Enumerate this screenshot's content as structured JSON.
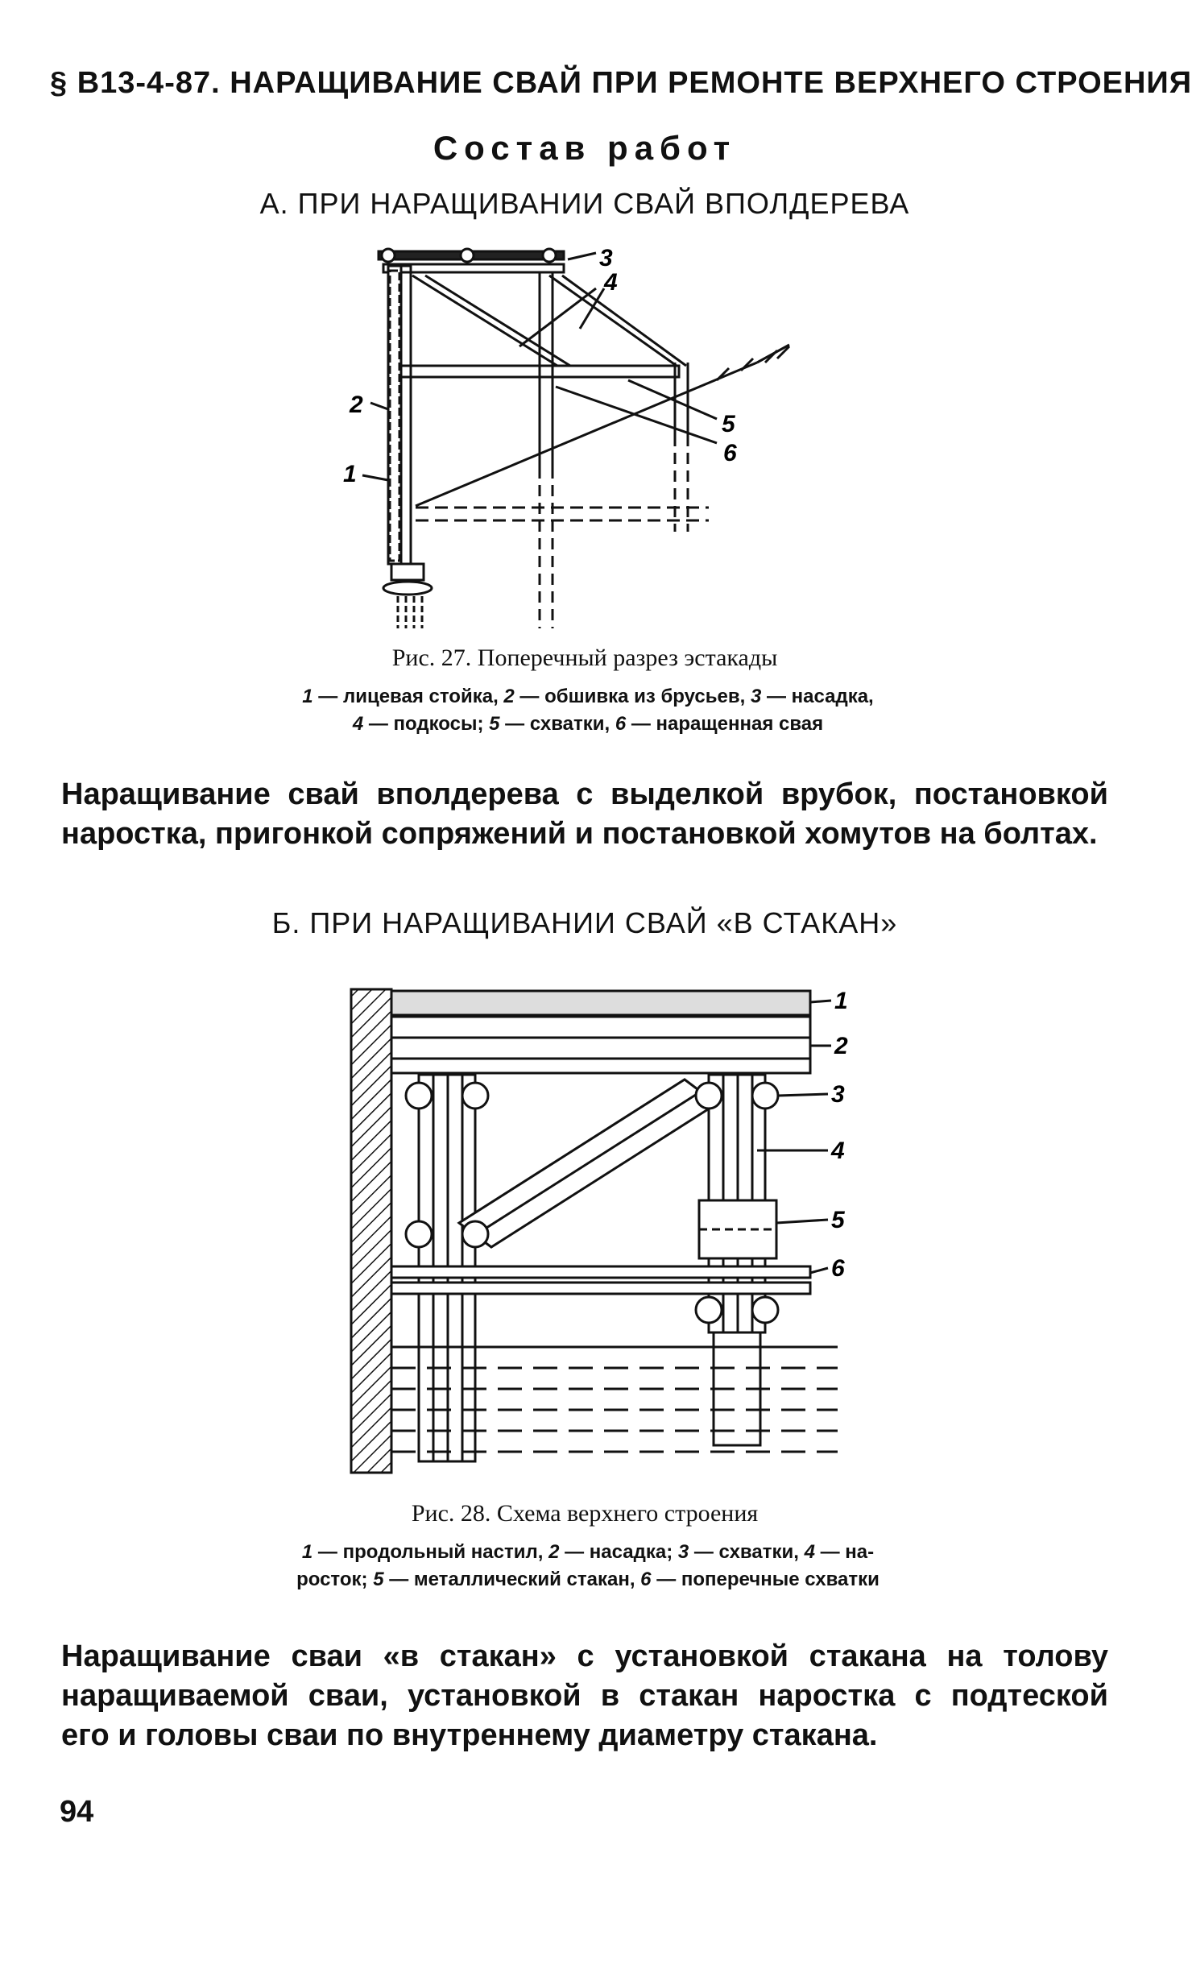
{
  "header": "§ В13-4-87. НАРАЩИВАНИЕ СВАЙ ПРИ РЕМОНТЕ ВЕРХНЕГО СТРОЕНИЯ",
  "subtitle": "Состав работ",
  "section_a": {
    "title": "А. ПРИ НАРАЩИВАНИИ СВАЙ ВПОЛДЕРЕВА",
    "figure": {
      "caption": "Рис. 27. Поперечный разрез эстакады",
      "legend_line1": [
        {
          "num": "1",
          "text": " — лицевая стойка, "
        },
        {
          "num": "2",
          "text": " — обшивка из брусьев, "
        },
        {
          "num": "3",
          "text": " — насадка,"
        }
      ],
      "legend_line2": [
        {
          "num": "4",
          "text": " — подкосы; "
        },
        {
          "num": "5",
          "text": " — схватки, "
        },
        {
          "num": "6",
          "text": " — наращенная свая"
        }
      ],
      "callouts": [
        "1",
        "2",
        "3",
        "4",
        "5",
        "6"
      ]
    },
    "paragraph_lines": [
      "Наращивание свай вполдерева с выделкой врубок, постановкой",
      "наростка, пригонкой сопряжений и постановкой хомутов на болтах."
    ]
  },
  "section_b": {
    "title": "Б. ПРИ НАРАЩИВАНИИ СВАЙ «В СТАКАН»",
    "figure": {
      "caption": "Рис. 28. Схема верхнего строения",
      "legend_line1": [
        {
          "num": "1",
          "text": " — продольный настил, "
        },
        {
          "num": "2",
          "text": " — насадка; "
        },
        {
          "num": "3",
          "text": " — схватки, "
        },
        {
          "num": "4",
          "text": " — на-"
        }
      ],
      "legend_line2": [
        {
          "num": "",
          "text": "росток; "
        },
        {
          "num": "5",
          "text": " — металлический стакан, "
        },
        {
          "num": "6",
          "text": " — поперечные схватки"
        }
      ],
      "callouts": [
        "1",
        "2",
        "3",
        "4",
        "5",
        "6"
      ]
    },
    "paragraph_lines": [
      "Наращивание сваи «в стакан» с установкой стакана на толову",
      "наращиваемой сваи, установкой в стакан наростка с подтеской",
      "его и головы сваи по внутреннему диаметру стакана."
    ]
  },
  "page_number": "94"
}
